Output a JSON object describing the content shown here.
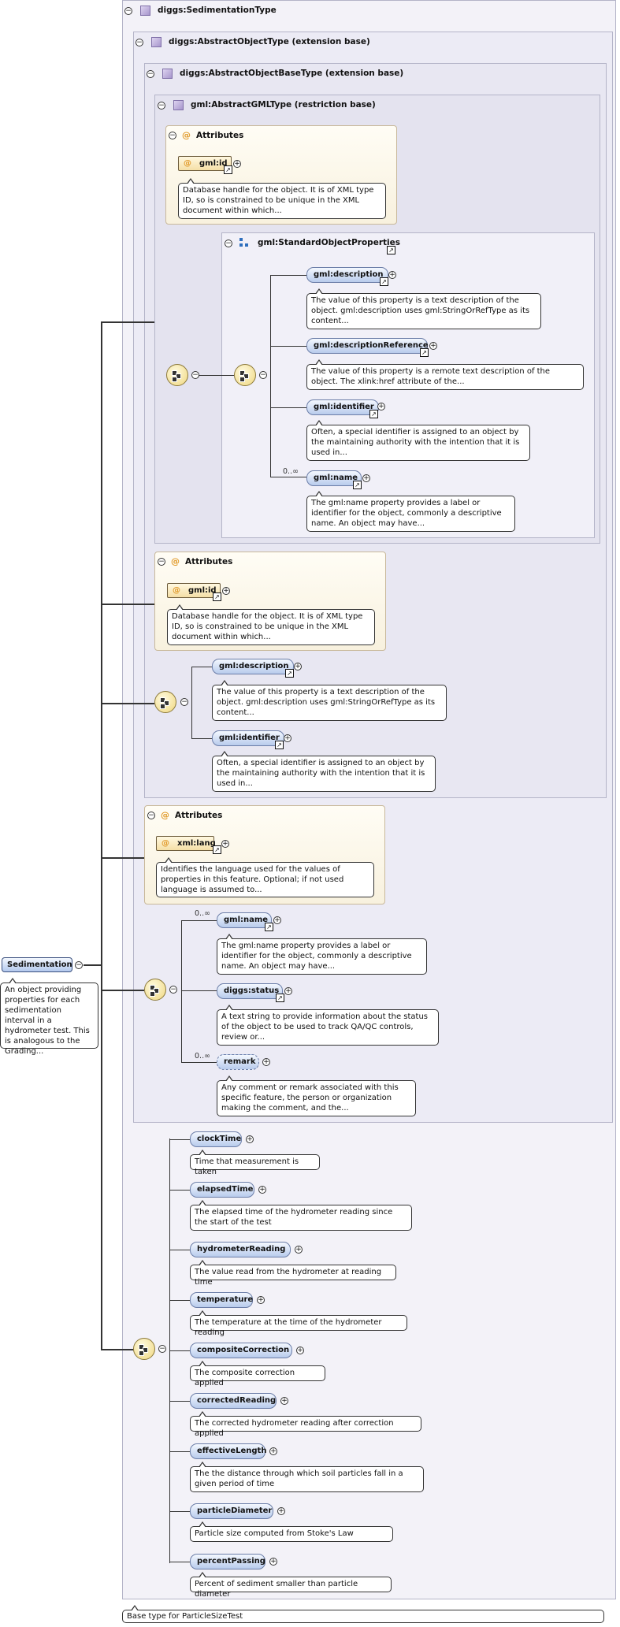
{
  "root": {
    "label": "Sedimentation",
    "doc": "An object providing properties for each sedimentation interval in a hydrometer test. This is analogous to the Grading..."
  },
  "type_box": {
    "title": "diggs:SedimentationType",
    "footer": "Base type for ParticleSizeTest"
  },
  "abstract_object": {
    "title": "diggs:AbstractObjectType (extension base)"
  },
  "abstract_object_base": {
    "title": "diggs:AbstractObjectBaseType (extension base)"
  },
  "abstract_gml": {
    "title": "gml:AbstractGMLType (restriction base)"
  },
  "attr1": {
    "title": "Attributes",
    "name": "gml:id",
    "doc": "Database handle for the object. It is of XML type ID, so is constrained to be unique in the XML document within which..."
  },
  "std_props": {
    "title": "gml:StandardObjectProperties"
  },
  "std_elements": [
    {
      "name": "gml:description",
      "doc": "The value of this property is a text description of the object. gml:description uses gml:StringOrRefType as its content..."
    },
    {
      "name": "gml:descriptionReference",
      "doc": "The value of this property is a remote text description of the object. The xlink:href attribute of the..."
    },
    {
      "name": "gml:identifier",
      "doc": "Often, a special identifier is assigned to an object by the maintaining authority with the intention that it is used in..."
    },
    {
      "name": "gml:name",
      "doc": "The gml:name property provides a label or identifier for the object, commonly a descriptive name. An object may have..."
    }
  ],
  "attr2": {
    "title": "Attributes",
    "name": "gml:id",
    "doc": "Database handle for the object. It is of XML type ID, so is constrained to be unique in the XML document within which..."
  },
  "base_elements": [
    {
      "name": "gml:description",
      "doc": "The value of this property is a text description of the object. gml:description uses gml:StringOrRefType as its content..."
    },
    {
      "name": "gml:identifier",
      "doc": "Often, a special identifier is assigned to an object by the maintaining authority with the intention that it is used in..."
    }
  ],
  "attr3": {
    "title": "Attributes",
    "name": "xml:lang",
    "doc": "Identifies the language used for the values of properties in this feature. Optional; if not used language is assumed to..."
  },
  "obj_elements": [
    {
      "name": "gml:name",
      "doc": "The gml:name property provides a label or identifier for the object, commonly a descriptive name. An object may have..."
    },
    {
      "name": "diggs:status",
      "doc": "A text string to provide information about the status of the object to be used to track QA/QC controls, review or..."
    },
    {
      "name": "remark",
      "doc": "Any comment or remark associated with this specific feature, the person or organization making the comment, and the..."
    }
  ],
  "cardinality": "0..∞",
  "sed_elements": [
    {
      "name": "clockTime",
      "doc": "Time that measurement is taken"
    },
    {
      "name": "elapsedTime",
      "doc": "The elapsed time of the hydrometer reading since the start of the test"
    },
    {
      "name": "hydrometerReading",
      "doc": "The value read from the hydrometer at reading time"
    },
    {
      "name": "temperature",
      "doc": "The temperature at the time of the hydrometer reading"
    },
    {
      "name": "compositeCorrection",
      "doc": "The composite correction applied"
    },
    {
      "name": "correctedReading",
      "doc": "The corrected hydrometer reading after correction applied"
    },
    {
      "name": "effectiveLength",
      "doc": "The the distance through which soil particles fall in a given period of time"
    },
    {
      "name": "particleDiameter",
      "doc": "Particle size computed from Stoke's Law"
    },
    {
      "name": "percentPassing",
      "doc": "Percent of sediment smaller than particle diameter"
    }
  ],
  "icons": {
    "collapse": "minus-circle-icon",
    "expand": "plus-circle-icon",
    "sequence": "sequence-icon",
    "link": "link-arrow-icon",
    "attribute": "at-icon"
  },
  "colors": {
    "element_fill": "#b8cbec",
    "attribute_fill": "#f5dfa6",
    "container_fill": "#f3f2f8",
    "sequence_fill": "#efd67e"
  }
}
